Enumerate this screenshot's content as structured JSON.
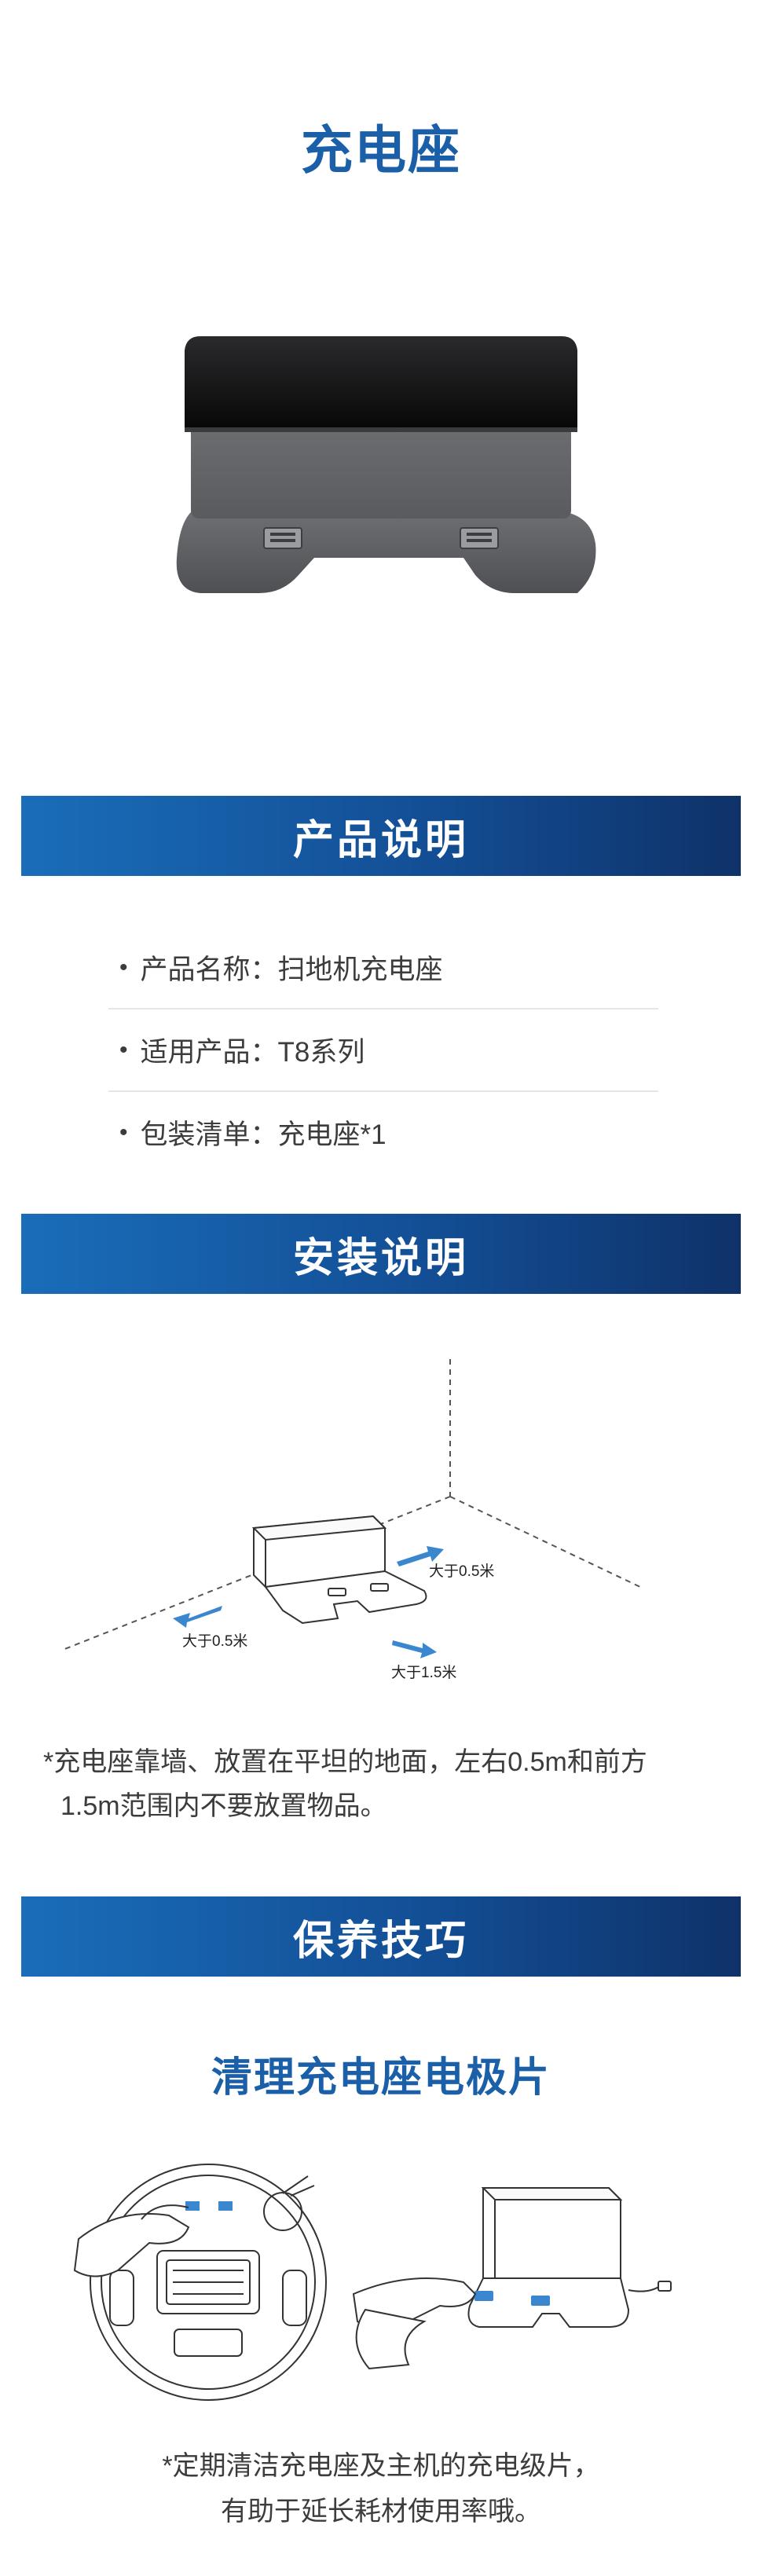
{
  "page": {
    "title": "充电座"
  },
  "sections": {
    "product": {
      "title": "产品说明"
    },
    "install": {
      "title": "安装说明"
    },
    "maintenance": {
      "title": "保养技巧",
      "subtitle": "清理充电座电极片"
    }
  },
  "specs": [
    {
      "bullet": "•",
      "text": "产品名称：扫地机充电座"
    },
    {
      "bullet": "•",
      "text": "适用产品：T8系列"
    },
    {
      "bullet": "•",
      "text": "包装清单：充电座*1"
    }
  ],
  "install_diagram": {
    "label_left": "大于0.5米",
    "label_right": "大于0.5米",
    "label_front": "大于1.5米"
  },
  "install_note": {
    "line1": "*充电座靠墙、放置在平坦的地面，左右0.5m和前方",
    "line2": "1.5m范围内不要放置物品。"
  },
  "maintenance_note": {
    "line1": "*定期清洁充电座及主机的充电级片，",
    "line2": "有助于延长耗材使用率哦。"
  },
  "colors": {
    "accent": "#1a5fa8",
    "arrow": "#3a86cf",
    "banner_start": "#1a6db9",
    "banner_end": "#0f3269"
  }
}
